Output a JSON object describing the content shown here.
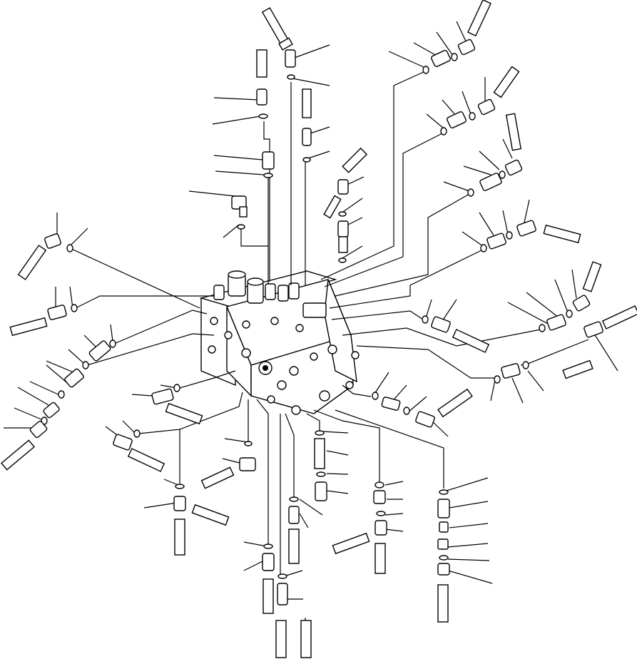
{
  "diagram": {
    "kind": "exploded-parts-drawing",
    "labels": [],
    "ink_color": "#000000",
    "paper_color": "#ffffff",
    "components": {
      "main_block": "control-valve-block",
      "repeated_parts": [
        "fitting",
        "o-ring",
        "hose-end",
        "elbow-fitting",
        "plug"
      ]
    }
  }
}
